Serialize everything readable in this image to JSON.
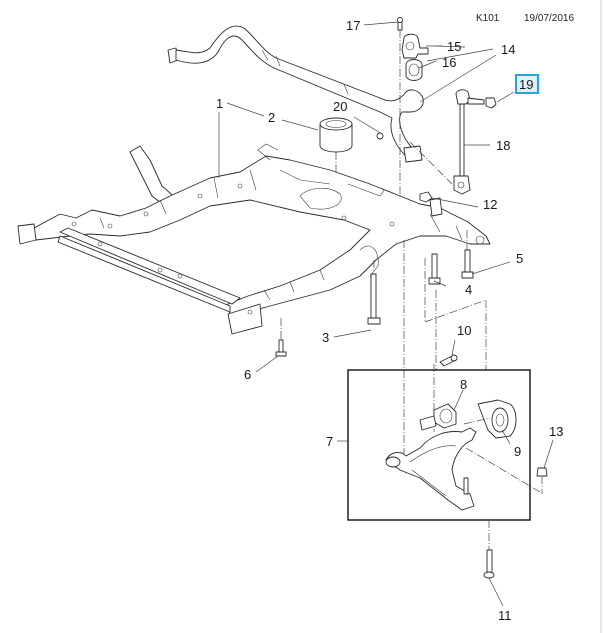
{
  "header": {
    "diagram_code": "K101",
    "date": "19/07/2016"
  },
  "highlight_color": "#2aa3dc",
  "callouts": {
    "c1": "1",
    "c2": "2",
    "c3": "3",
    "c4": "4",
    "c5": "5",
    "c6": "6",
    "c7": "7",
    "c8": "8",
    "c9": "9",
    "c10": "10",
    "c11": "11",
    "c12": "12",
    "c13": "13",
    "c14": "14",
    "c15": "15",
    "c16": "16",
    "c17": "17",
    "c18": "18",
    "c19": "19",
    "c20": "20"
  },
  "selected_callout": "19"
}
